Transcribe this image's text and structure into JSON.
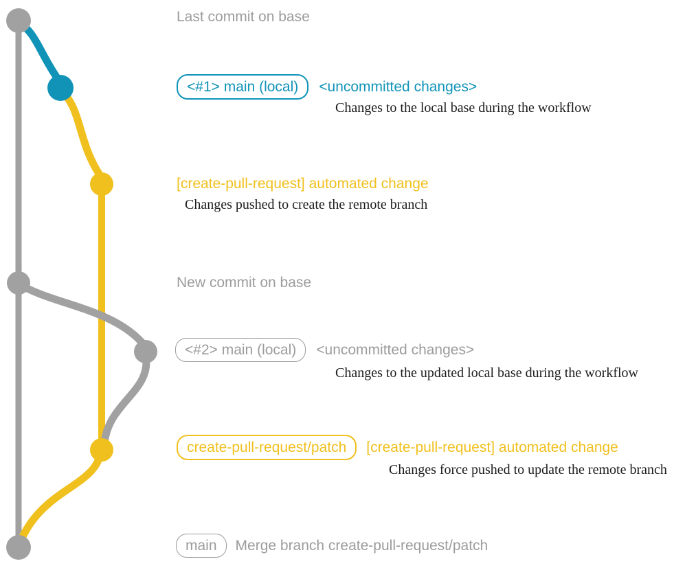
{
  "colors": {
    "gray": "#a1a1a1",
    "textgray": "#9c9c9c",
    "blue": "#1193b8",
    "yellow": "#f0c01e",
    "dark": "#1c1c1c"
  },
  "sections": {
    "s1": {
      "heading": "Last commit on base"
    },
    "s2": {
      "branch_label": "<#1> main (local)",
      "status": "<uncommitted changes>",
      "note": "Changes to the local base during the workflow"
    },
    "s3": {
      "title": "[create-pull-request] automated change",
      "note": "Changes pushed to create the remote branch"
    },
    "s4": {
      "heading": "New commit on base"
    },
    "s5": {
      "branch_label": "<#2> main (local)",
      "status": "<uncommitted changes>",
      "note": "Changes to the updated local base during the workflow"
    },
    "s6": {
      "branch_label": "create-pull-request/patch",
      "title": "[create-pull-request] automated change",
      "note": "Changes force pushed to update the remote branch"
    },
    "s7": {
      "branch_label": "main",
      "message": "Merge branch create-pull-request/patch"
    }
  }
}
